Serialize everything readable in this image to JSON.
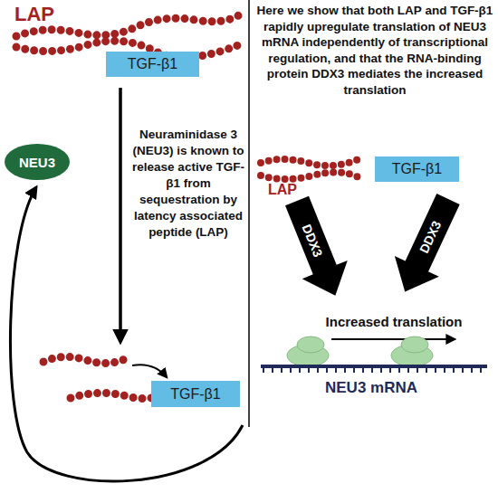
{
  "diagram": {
    "nodes": [
      {
        "text": [
          "TGF-β1"
        ]
      },
      {
        "text": [
          "NEU3"
        ]
      },
      {
        "text": [
          "TGF-β1"
        ]
      },
      {
        "text": [
          "TGF-β1"
        ]
      }
    ],
    "labels": [
      "LAP",
      "Neuraminidase 3 (NEU3) is known to release active TGF-β1 from sequestration by latency associated peptide (LAP)",
      "Here we show that both LAP and TGF-β1 rapidly upregulate translation of NEU3 mRNA independently of transcriptional regulation, and that the RNA-binding protein DDX3 mediates the increased translation",
      "LAP",
      "DDX3",
      "DDX3",
      "Increased translation",
      "NEU3 mRNA"
    ]
  }
}
